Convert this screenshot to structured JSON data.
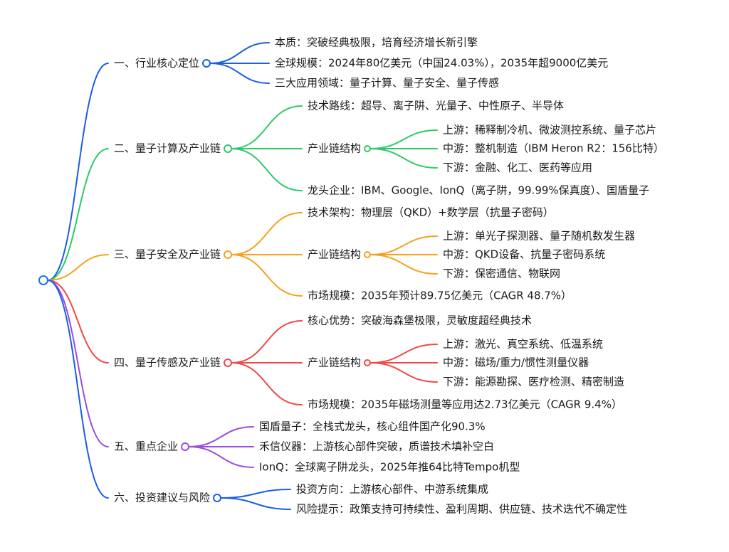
{
  "root": {
    "label": "",
    "color": "#1a73e8"
  },
  "branches": [
    {
      "label": "一、行业核心定位",
      "color": "#1a5ee8",
      "children": [
        {
          "label": "本质：突破经典极限，培育经济增长新引擎"
        },
        {
          "label": "全球规模：2024年80亿美元（中国24.03%），2035年超9000亿美元"
        },
        {
          "label": "三大应用领域：量子计算、量子安全、量子传感"
        }
      ]
    },
    {
      "label": "二、量子计算及产业链",
      "color": "#2ec96b",
      "children": [
        {
          "label": "技术路线：超导、离子阱、光量子、中性原子、半导体"
        },
        {
          "label": "产业链结构",
          "children": [
            {
              "label": "上游：稀释制冷机、微波测控系统、量子芯片"
            },
            {
              "label": "中游：整机制造（IBM Heron R2：156比特）"
            },
            {
              "label": "下游：金融、化工、医药等应用"
            }
          ]
        },
        {
          "label": "龙头企业：IBM、Google、IonQ（离子阱，99.99%保真度）、国盾量子"
        }
      ]
    },
    {
      "label": "三、量子安全及产业链",
      "color": "#f5a11c",
      "children": [
        {
          "label": "技术架构：物理层（QKD）+数学层（抗量子密码）"
        },
        {
          "label": "产业链结构",
          "children": [
            {
              "label": "上游：单光子探测器、量子随机数发生器"
            },
            {
              "label": "中游：QKD设备、抗量子密码系统"
            },
            {
              "label": "下游：保密通信、物联网"
            }
          ]
        },
        {
          "label": "市场规模：2035年预计89.75亿美元（CAGR 48.7%）"
        }
      ]
    },
    {
      "label": "四、量子传感及产业链",
      "color": "#f04848",
      "children": [
        {
          "label": "核心优势：突破海森堡极限，灵敏度超经典技术"
        },
        {
          "label": "产业链结构",
          "children": [
            {
              "label": "上游：激光、真空系统、低温系统"
            },
            {
              "label": "中游：磁场/重力/惯性测量仪器"
            },
            {
              "label": "下游：能源勘探、医疗检测、精密制造"
            }
          ]
        },
        {
          "label": "市场规模：2035年磁场测量等应用达2.73亿美元（CAGR 9.4%）"
        }
      ]
    },
    {
      "label": "五、重点企业",
      "color": "#9a4de0",
      "children": [
        {
          "label": "国盾量子：全栈式龙头，核心组件国产化90.3%"
        },
        {
          "label": "禾信仪器：上游核心部件突破，质谱技术填补空白"
        },
        {
          "label": "IonQ：全球离子阱龙头，2025年推64比特Tempo机型"
        }
      ]
    },
    {
      "label": "六、投资建议与风险",
      "color": "#1a5ee8",
      "children": [
        {
          "label": "投资方向：上游核心部件、中游系统集成"
        },
        {
          "label": "风险提示：政策支持可持续性、盈利周期、供应链、技术迭代不确定性"
        }
      ]
    }
  ]
}
